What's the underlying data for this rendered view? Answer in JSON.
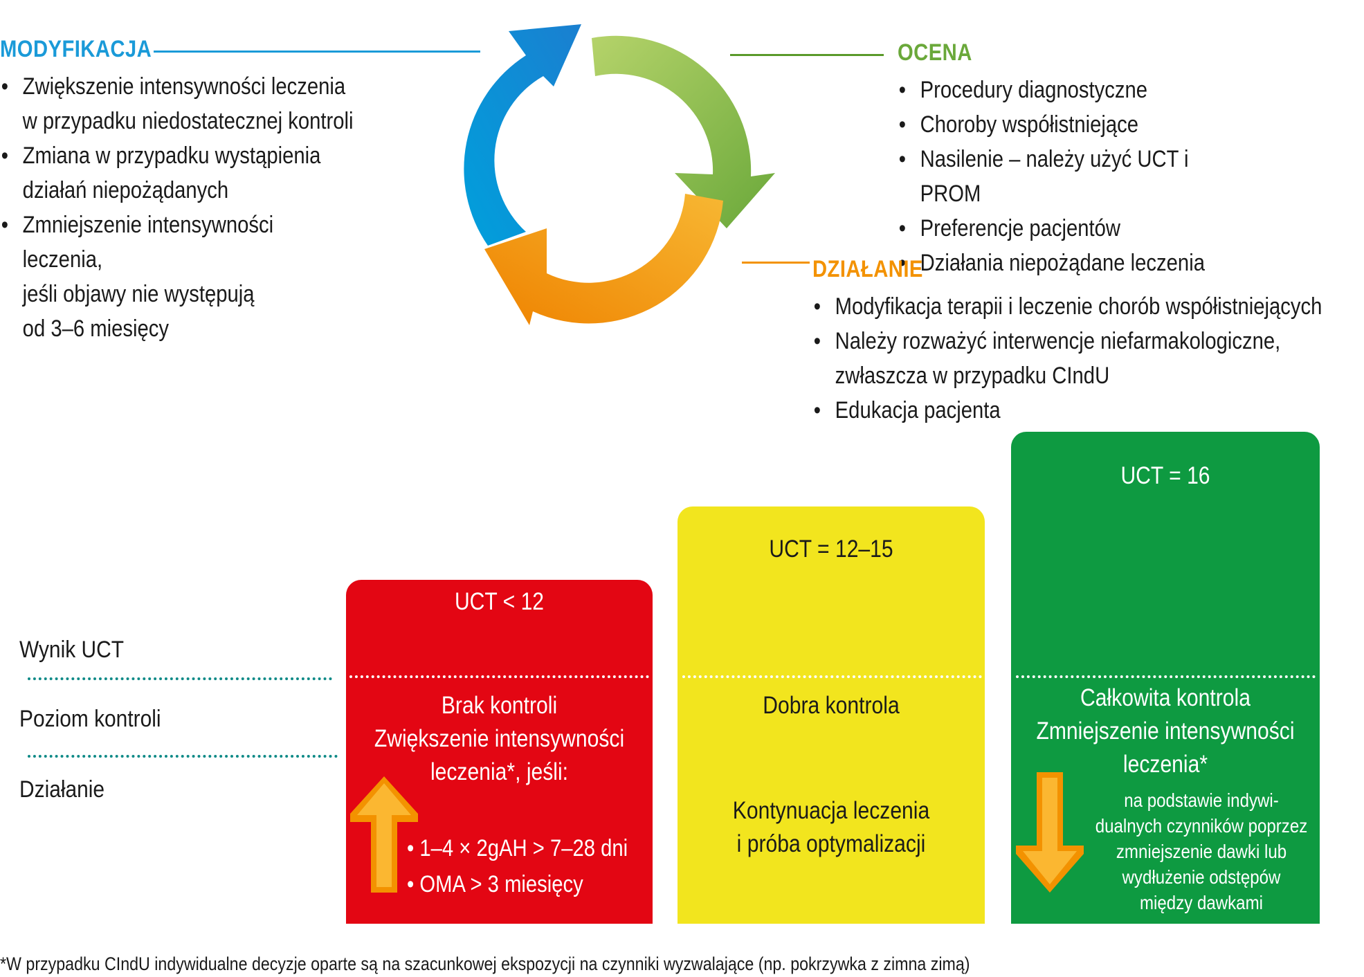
{
  "colors": {
    "blue": "#1a9ad8",
    "green": "#7ab241",
    "orange": "#f39200",
    "red": "#e30613",
    "yellow": "#f2e51e",
    "darkgreen": "#0e9a41",
    "dots": "#0e8a87"
  },
  "cycle": {
    "modyfikacja": {
      "title": "MODYFIKACJA",
      "items": [
        "Zwiększenie intensywności leczenia\nw przypadku niedostatecznej kontroli",
        "Zmiana w przypadku wystąpienia\ndziałań niepożądanych",
        "Zmniejszenie intensywności leczenia,\njeśli objawy nie występują\nod 3–6 miesięcy"
      ]
    },
    "ocena": {
      "title": "OCENA",
      "items": [
        "Procedury diagnostyczne",
        "Choroby współistniejące",
        "Nasilenie – należy użyć UCT i PROM",
        "Preferencje pacjentów",
        "Działania niepożądane leczenia"
      ]
    },
    "dzialanie": {
      "title": "DZIAŁANIE",
      "items": [
        "Modyfikacja terapii i leczenie chorób współistniejących",
        "Należy rozważyć interwencje niefarmakologiczne,\nzwłaszcza w przypadku CIndU",
        "Edukacja pacjenta"
      ]
    }
  },
  "row_labels": {
    "wynik": "Wynik UCT",
    "poziom": "Poziom kontroli",
    "dzialanie": "Działanie"
  },
  "boxes": {
    "red": {
      "score": "UCT < 12",
      "level": "Brak kontroli\nZwiększenie intensywności\nleczenia*, jeśli:",
      "items": [
        "1–4 × 2gAH > 7–28 dni",
        "OMA > 3 miesięcy"
      ]
    },
    "yellow": {
      "score": "UCT = 12–15",
      "level": "Dobra kontrola",
      "action": "Kontynuacja leczenia\ni próba optymalizacji"
    },
    "green": {
      "score": "UCT = 16",
      "level": "Całkowita kontrola\nZmniejszenie intensywności\nleczenia*",
      "action": "na podstawie indywi-\ndualnych czynników poprzez\nzmniejszenie dawki lub\nwydłużenie odstępów\nmiędzy dawkami"
    }
  },
  "footnote": "*W przypadku CIndU indywidualne decyzje oparte są na szacunkowej ekspozycji na czynniki wyzwalające (np. pokrzywka z zimna zimą)"
}
